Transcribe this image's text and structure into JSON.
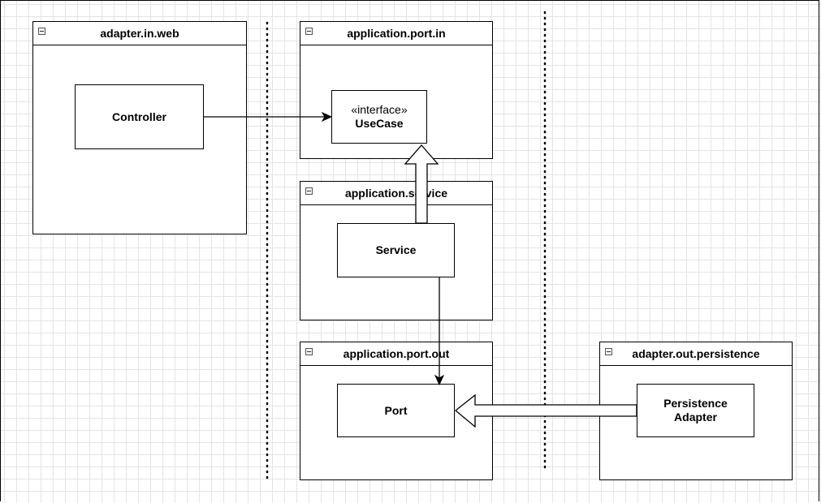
{
  "packages": {
    "adapter_in_web": "adapter.in.web",
    "application_port_in": "application.port.in",
    "application_service": "application.service",
    "application_port_out": "application.port.out",
    "adapter_out_persistence": "adapter.out.persistence"
  },
  "classes": {
    "controller": "Controller",
    "usecase_stereotype": "«interface»",
    "usecase": "UseCase",
    "service": "Service",
    "port": "Port",
    "persistence_line1": "Persistence",
    "persistence_line2": "Adapter"
  }
}
